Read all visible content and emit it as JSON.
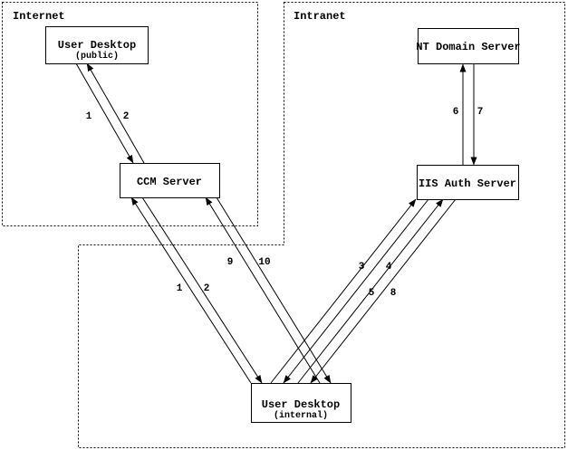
{
  "colors": {
    "line": "#000000",
    "background": "#ffffff"
  },
  "zones": {
    "internet": {
      "label": "Internet"
    },
    "intranet": {
      "label": "Intranet"
    }
  },
  "nodes": {
    "user_desktop_public": {
      "label": "User Desktop",
      "sublabel": "(public)"
    },
    "ccm_server": {
      "label": "CCM Server"
    },
    "nt_domain_server": {
      "label": "NT Domain Server"
    },
    "iis_auth_server": {
      "label": "IIS Auth Server"
    },
    "user_desktop_internal": {
      "label": "User Desktop",
      "sublabel": "(internal)"
    }
  },
  "steps": {
    "public_to_ccm": "1",
    "ccm_to_public": "2",
    "internal_to_ccm_a": "1",
    "ccm_to_internal_a": "2",
    "internal_to_iis_a": "3",
    "iis_to_internal_a": "4",
    "internal_to_iis_b": "5",
    "iis_to_nt": "6",
    "nt_to_iis": "7",
    "iis_to_internal_b": "8",
    "internal_to_ccm_b": "9",
    "ccm_to_internal_b": "10"
  },
  "edges": [
    {
      "from": "User Desktop (public)",
      "to": "CCM Server",
      "step": "1"
    },
    {
      "from": "CCM Server",
      "to": "User Desktop (public)",
      "step": "2"
    },
    {
      "from": "User Desktop (internal)",
      "to": "CCM Server",
      "step": "1"
    },
    {
      "from": "CCM Server",
      "to": "User Desktop (internal)",
      "step": "2"
    },
    {
      "from": "User Desktop (internal)",
      "to": "IIS Auth Server",
      "step": "3"
    },
    {
      "from": "IIS Auth Server",
      "to": "User Desktop (internal)",
      "step": "4"
    },
    {
      "from": "User Desktop (internal)",
      "to": "IIS Auth Server",
      "step": "5"
    },
    {
      "from": "IIS Auth Server",
      "to": "NT Domain Server",
      "step": "6"
    },
    {
      "from": "NT Domain Server",
      "to": "IIS Auth Server",
      "step": "7"
    },
    {
      "from": "IIS Auth Server",
      "to": "User Desktop (internal)",
      "step": "8"
    },
    {
      "from": "User Desktop (internal)",
      "to": "CCM Server",
      "step": "9"
    },
    {
      "from": "CCM Server",
      "to": "User Desktop (internal)",
      "step": "10"
    }
  ]
}
